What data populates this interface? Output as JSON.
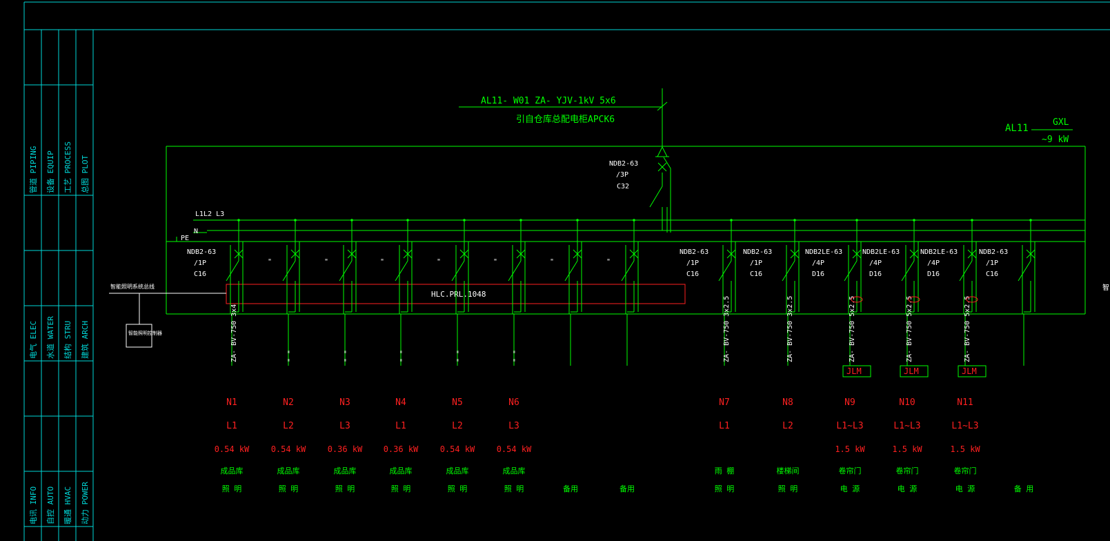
{
  "title_strip": {
    "groups": [
      {
        "rows": [
          "管道 PIPING",
          "设备 EQUIP",
          "工艺 PROCESS",
          "总图 PLOT"
        ]
      },
      {
        "rows": [
          "电气 ELEC",
          "水道 WATER",
          "结构 STRU",
          "建筑 ARCH"
        ]
      },
      {
        "rows": [
          "电讯 INFO",
          "自控 AUTO",
          "暖通 HVAC",
          "动力 POWER"
        ]
      }
    ]
  },
  "feeder": {
    "cable": "AL11- W01  ZA- YJV-1kV 5x6",
    "source": "引自仓库总配电柜APCK6"
  },
  "panel": {
    "id": "AL11",
    "type": "GXL",
    "power": "~9 kW"
  },
  "main_breaker": [
    "NDB2-63",
    "/3P",
    "C32"
  ],
  "busbars": {
    "phases": "L1L2 L3",
    "neutral": "N",
    "earth": "PE"
  },
  "hlc_panel": {
    "label": "HLC.PRL.1048",
    "left_annotation": "智能照明系统总线",
    "device_box": "智能照明控制器"
  },
  "circuits": [
    {
      "breaker": [
        "NDB2-63",
        "/1P",
        "C16"
      ],
      "ditto": "",
      "cable": "ZA- BV-750   3x4",
      "jlm": "",
      "id": "N1",
      "phase": "L1",
      "power": "0.54 kW",
      "use1": "成品库",
      "use2": "照  明"
    },
    {
      "breaker": [],
      "ditto": "\"",
      "cable": "\"     \"",
      "jlm": "",
      "id": "N2",
      "phase": "L2",
      "power": "0.54 kW",
      "use1": "成品库",
      "use2": "照  明"
    },
    {
      "breaker": [],
      "ditto": "\"",
      "cable": "\"     \"",
      "jlm": "",
      "id": "N3",
      "phase": "L3",
      "power": "0.36 kW",
      "use1": "成品库",
      "use2": "照  明"
    },
    {
      "breaker": [],
      "ditto": "\"",
      "cable": "\"     \"",
      "jlm": "",
      "id": "N4",
      "phase": "L1",
      "power": "0.36 kW",
      "use1": "成品库",
      "use2": "照  明"
    },
    {
      "breaker": [],
      "ditto": "\"",
      "cable": "\"     \"",
      "jlm": "",
      "id": "N5",
      "phase": "L2",
      "power": "0.54 kW",
      "use1": "成品库",
      "use2": "照  明"
    },
    {
      "breaker": [],
      "ditto": "\"",
      "cable": "\"     \"",
      "jlm": "",
      "id": "N6",
      "phase": "L3",
      "power": "0.54 kW",
      "use1": "成品库",
      "use2": "照  明"
    },
    {
      "breaker": [],
      "ditto": "\"",
      "cable": "",
      "jlm": "",
      "id": "",
      "phase": "",
      "power": "",
      "use1": "",
      "use2": "备用"
    },
    {
      "breaker": [],
      "ditto": "\"",
      "cable": "",
      "jlm": "",
      "id": "",
      "phase": "",
      "power": "",
      "use1": "",
      "use2": "备用"
    },
    {
      "breaker": [
        "NDB2-63",
        "/1P",
        "C16"
      ],
      "ditto": "",
      "cable": "ZA- BV-750   3x2.5",
      "jlm": "",
      "id": "N7",
      "phase": "L1",
      "power": "",
      "use1": "雨  棚",
      "use2": "照  明"
    },
    {
      "breaker": [
        "NDB2-63",
        "/1P",
        "C16"
      ],
      "ditto": "",
      "cable": "ZA- BV-750   3x2.5",
      "jlm": "",
      "id": "N8",
      "phase": "L2",
      "power": "",
      "use1": "楼梯间",
      "use2": "照  明"
    },
    {
      "breaker": [
        "NDB2LE-63",
        "/4P",
        "D16"
      ],
      "ditto": "",
      "cable": "ZA- BV-750   5x2.5",
      "jlm": "JLM",
      "id": "N9",
      "phase": "L1~L3",
      "power": "1.5 kW",
      "use1": "卷帘门",
      "use2": "电  源"
    },
    {
      "breaker": [
        "NDB2LE-63",
        "/4P",
        "D16"
      ],
      "ditto": "",
      "cable": "ZA- BV-750   5x2.5",
      "jlm": "JLM",
      "id": "N10",
      "phase": "L1~L3",
      "power": "1.5 kW",
      "use1": "卷帘门",
      "use2": "电  源"
    },
    {
      "breaker": [
        "NDB2LE-63",
        "/4P",
        "D16"
      ],
      "ditto": "",
      "cable": "ZA- BV-750   5x2.5",
      "jlm": "JLM",
      "id": "N11",
      "phase": "L1~L3",
      "power": "1.5 kW",
      "use1": "卷帘门",
      "use2": "电  源"
    },
    {
      "breaker": [
        "NDB2-63",
        "/1P",
        "C16"
      ],
      "ditto": "",
      "cable": "",
      "jlm": "",
      "id": "",
      "phase": "",
      "power": "",
      "use1": "",
      "use2": "备  用"
    }
  ],
  "right_edge_text": "智"
}
